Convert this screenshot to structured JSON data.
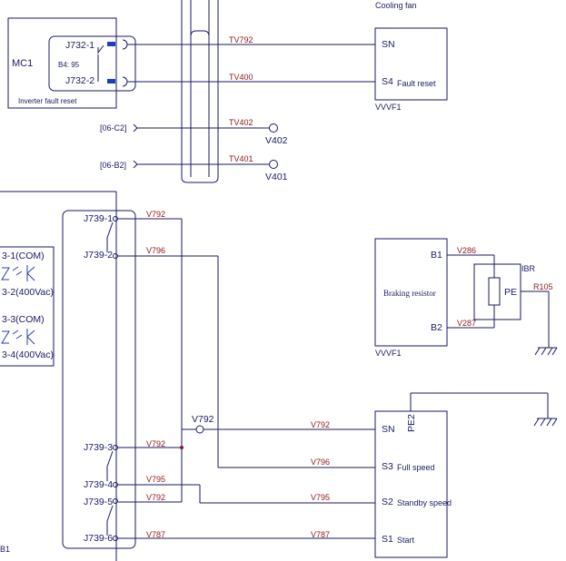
{
  "colors": {
    "line": "#1a1a66",
    "wire_label": "#8b1a1a",
    "connector_fill": "#1a3fbf",
    "junction": "#8b1a1a"
  },
  "top": {
    "cooling_fan": "Cooling fan",
    "mc1_box": {
      "title": "MC1",
      "contact_1": "J732-1",
      "contact_2": "J732-2",
      "ref": "B4: 95",
      "caption": "Inverter fault reset"
    },
    "vvvf_top": {
      "terminal_sn": "SN",
      "terminal_s4": "S4",
      "s4_desc": "Fault reset",
      "name": "VVVF1"
    },
    "wires": {
      "tv792": "TV792",
      "tv400": "TV400",
      "tv402": "TV402",
      "tv401": "TV401"
    },
    "refs": {
      "c2": "[06-C2]",
      "b2": "[06-B2]"
    },
    "outputs": {
      "v402": "V402",
      "v401": "V401"
    }
  },
  "left_module": {
    "line1": "3-1(COM)",
    "line2": "3-2(400Vac)",
    "line3": "3-3(COM)",
    "line4": "3-4(400Vac)",
    "corner": "B1"
  },
  "j739": {
    "pins": [
      "J739-1",
      "J739-2",
      "J739-3",
      "J739-4",
      "J739-5",
      "J739-6"
    ],
    "wires": [
      "V792",
      "V796",
      "V792",
      "V795",
      "V792",
      "V787"
    ]
  },
  "braking": {
    "name": "Braking resistor",
    "b1": "B1",
    "b2": "B2",
    "vvvf": "VVVF1",
    "w_v286": "V286",
    "w_v287": "V287",
    "ibr": "IBR",
    "pe": "PE",
    "r105": "R105"
  },
  "vvvf_bottom": {
    "sn": "SN",
    "s3": "S3",
    "s3_desc": "Full speed",
    "s2": "S2",
    "s2_desc": "Standby speed",
    "s1": "S1",
    "s1_desc": "Start",
    "pe2": "PE2",
    "junction_label": "V792",
    "w_sn": "V792",
    "w_s3": "V796",
    "w_s2": "V795",
    "w_s1": "V787"
  }
}
